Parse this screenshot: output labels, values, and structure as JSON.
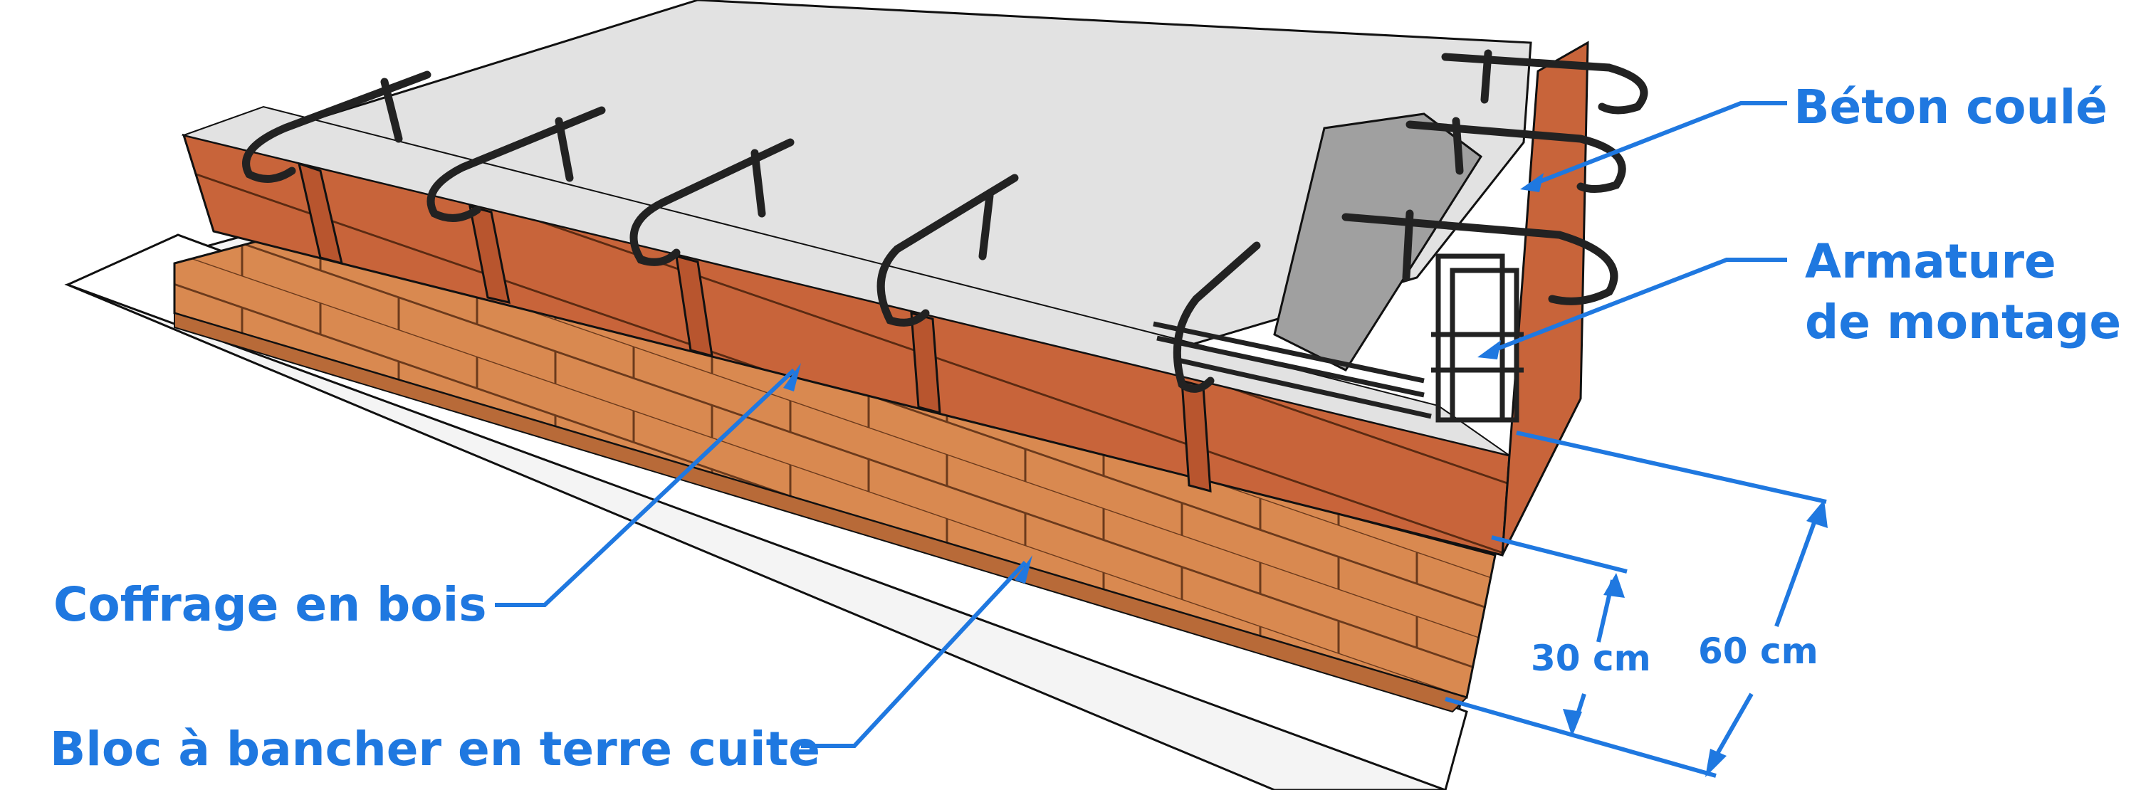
{
  "labels": {
    "beton": "Béton coulé",
    "armature_line1": "Armature",
    "armature_line2": "de montage",
    "coffrage": "Coffrage en bois",
    "bloc": "Bloc à bancher en terre cuite",
    "dim_30": "30 cm",
    "dim_60": "60 cm"
  },
  "colors": {
    "label": "#1f78e0",
    "brick": "#d98950",
    "formwork": "#c8643a",
    "concrete": "#e2e2e2",
    "concrete_dark": "#a0a0a0",
    "rebar": "#222222",
    "slab": "#f4f4f4"
  }
}
